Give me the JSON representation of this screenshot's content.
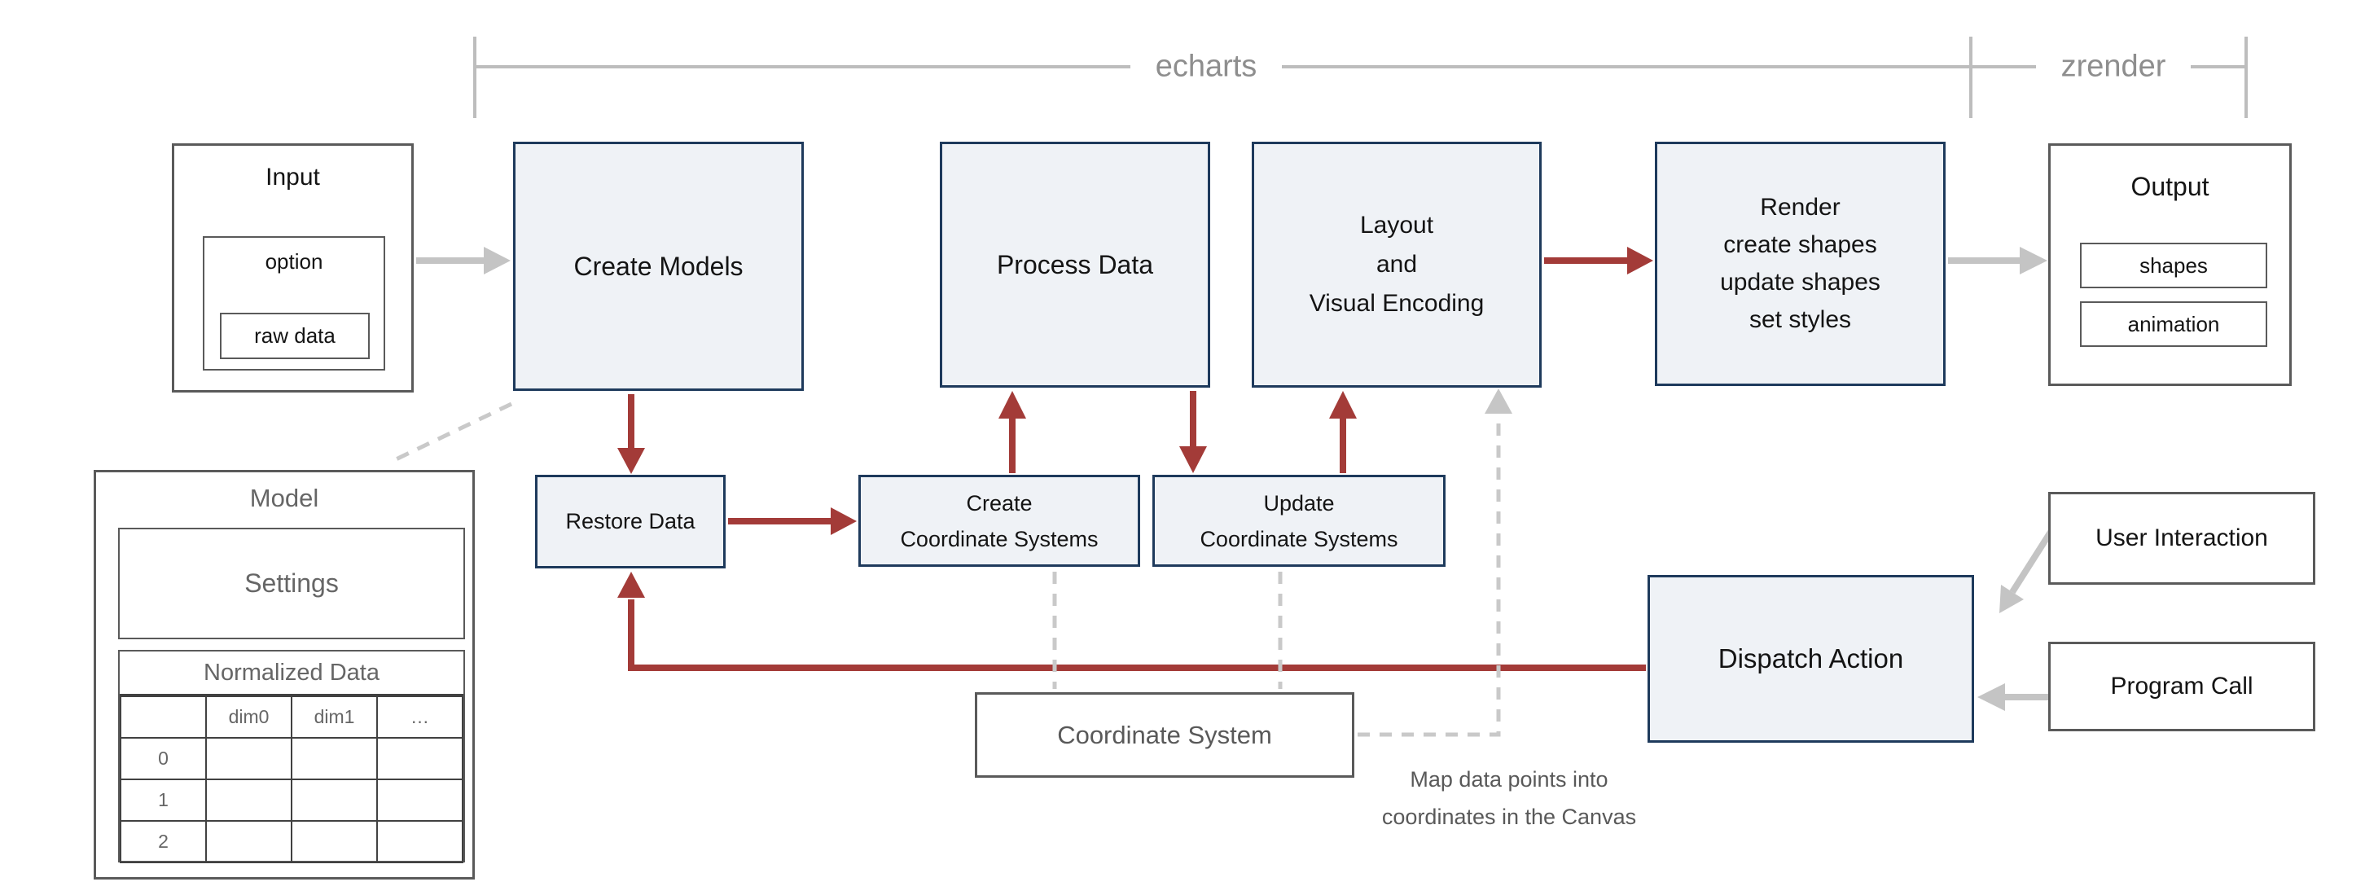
{
  "bracket": {
    "echarts_label": "echarts",
    "zrender_label": "zrender"
  },
  "input": {
    "title": "Input",
    "option_label": "option",
    "raw_data_label": "raw data"
  },
  "pipeline": {
    "create_models": "Create Models",
    "process_data": "Process Data",
    "layout_lines": [
      "Layout",
      "and",
      "Visual Encoding"
    ],
    "render_lines": [
      "Render",
      "create shapes",
      "update shapes",
      "set styles"
    ]
  },
  "output": {
    "title": "Output",
    "shapes_label": "shapes",
    "animation_label": "animation"
  },
  "row2": {
    "restore_data": "Restore Data",
    "create_cs_lines": [
      "Create",
      "Coordinate Systems"
    ],
    "update_cs_lines": [
      "Update",
      "Coordinate Systems"
    ]
  },
  "dispatch": {
    "label": "Dispatch Action"
  },
  "sources": {
    "user_interaction": "User Interaction",
    "program_call": "Program Call"
  },
  "model": {
    "title": "Model",
    "settings_label": "Settings",
    "normalized_data_label": "Normalized Data",
    "table": {
      "header": [
        "",
        "dim0",
        "dim1",
        "…"
      ],
      "row_labels": [
        "0",
        "1",
        "2"
      ]
    }
  },
  "coordinate_system": {
    "label": "Coordinate System",
    "note_lines": [
      "Map data points into",
      "coordinates in the Canvas"
    ]
  },
  "colors": {
    "accent_red": "#A33B38",
    "blue_box_fill": "#EFF2F6",
    "blue_box_border": "#1E3A5C",
    "gray_box_border": "#5A5A5A",
    "arrow_gray": "#C4C4C4",
    "dashed_gray": "#C9C9C9",
    "bracket_gray": "#BDBDBD",
    "muted_text": "#666666",
    "bracket_text": "#8E8E8E"
  }
}
